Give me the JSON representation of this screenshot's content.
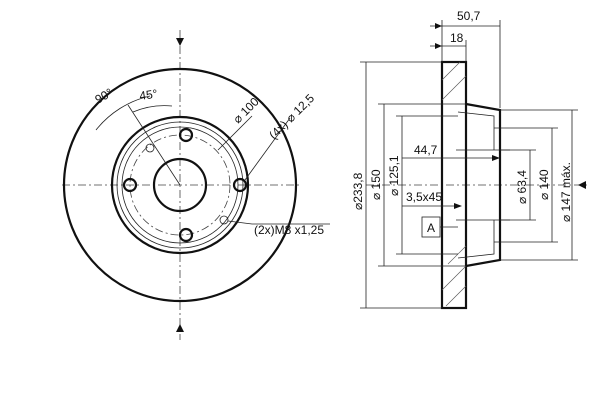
{
  "front_view": {
    "bolt_circle": "⌀ 100",
    "bolt_holes": "(4x) ⌀ 12,5",
    "thread_holes": "(2x)M8 x1,25",
    "angle_90": "90°",
    "angle_45": "45°"
  },
  "side_view": {
    "total_width": "50,7",
    "disc_thickness": "18",
    "hat_depth": "44,7",
    "chamfer": "3,5x45",
    "datum": "A",
    "dia_outer": "⌀233,8",
    "dia_150": "⌀ 150",
    "dia_125": "⌀ 125,1",
    "dia_63": "⌀ 63,4",
    "dia_140": "⌀ 140",
    "dia_147": "⌀ 147 máx."
  },
  "colors": {
    "line": "#111111",
    "hatch": "#555555"
  }
}
